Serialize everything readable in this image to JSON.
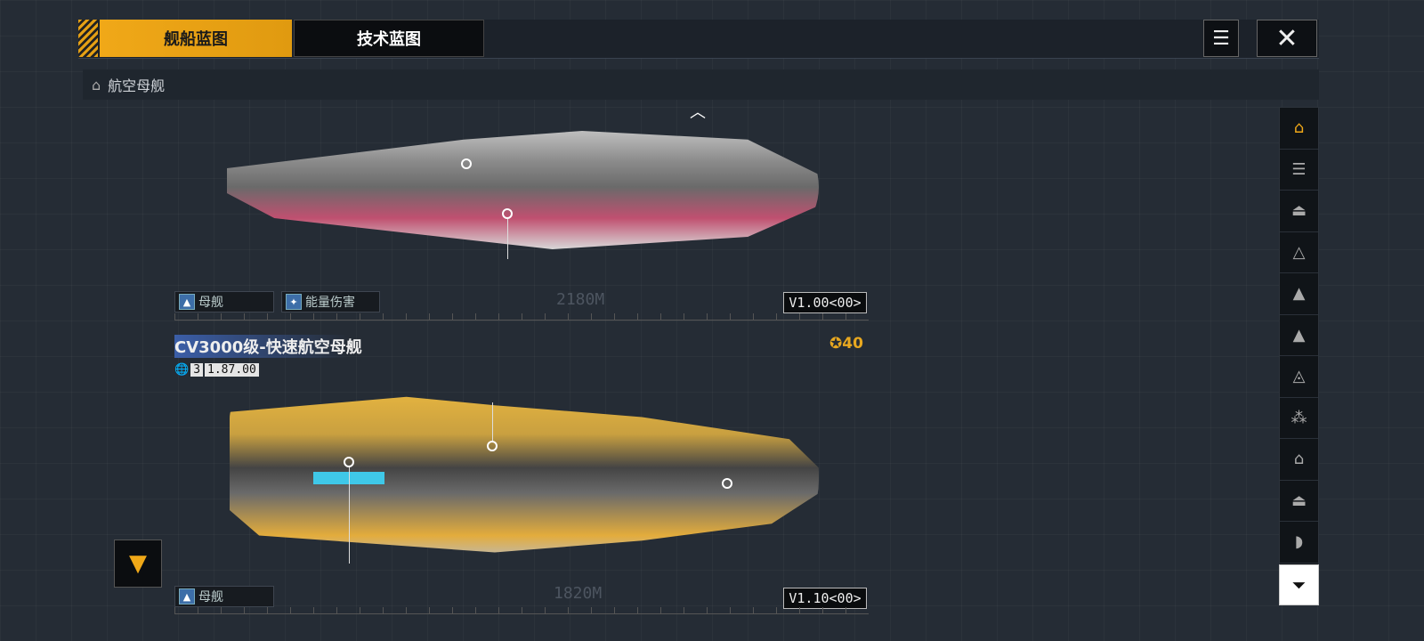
{
  "tabs": [
    {
      "label": "舰船蓝图",
      "active": true
    },
    {
      "label": "技术蓝图",
      "active": false
    }
  ],
  "buttons": {
    "notes_icon": "document-icon",
    "close_icon": "close-icon"
  },
  "category": "航空母舰",
  "ship1": {
    "tags": [
      "母舰",
      "能量伤害"
    ],
    "version": "V1.00<00>",
    "length": "2180M"
  },
  "ship2": {
    "name": "CV3000级-快速航空母舰",
    "rating_level": "3",
    "rating_value": "1.87.00",
    "cost": "40",
    "tags": [
      "母舰"
    ],
    "version": "V1.10<00>",
    "length": "1820M"
  },
  "colors": {
    "accent": "#f0a818",
    "panel": "#1c222a"
  }
}
